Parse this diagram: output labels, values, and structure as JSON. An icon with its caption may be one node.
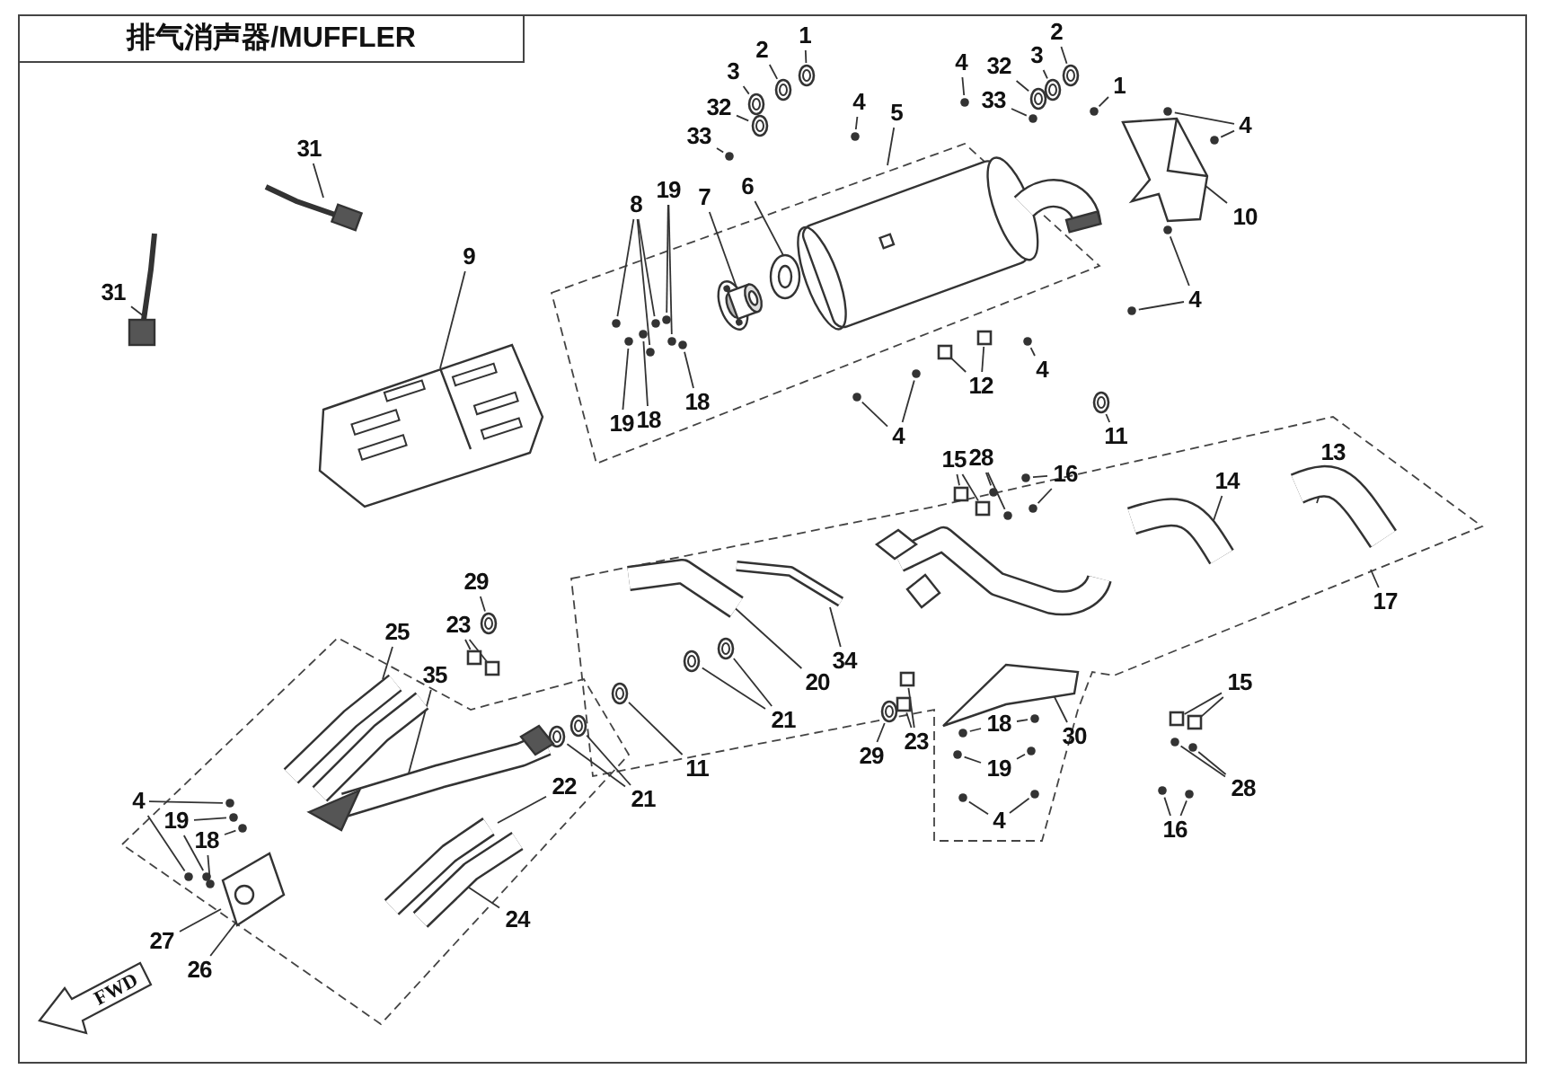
{
  "diagram": {
    "title": "排气消声器/MUFFLER",
    "nodes": [
      {
        "text": [
          "1"
        ]
      },
      {
        "text": [
          "2"
        ]
      },
      {
        "text": [
          "3"
        ]
      },
      {
        "text": [
          "32"
        ]
      },
      {
        "text": [
          "33"
        ]
      },
      {
        "text": [
          "4"
        ]
      },
      {
        "text": [
          "5"
        ]
      },
      {
        "text": [
          "4"
        ]
      },
      {
        "text": [
          "32"
        ]
      },
      {
        "text": [
          "3"
        ]
      },
      {
        "text": [
          "2"
        ]
      },
      {
        "text": [
          "33"
        ]
      },
      {
        "text": [
          "1"
        ]
      },
      {
        "text": [
          "4"
        ]
      },
      {
        "text": [
          "10"
        ]
      },
      {
        "text": [
          "4"
        ]
      },
      {
        "text": [
          "4"
        ]
      },
      {
        "text": [
          "12"
        ]
      },
      {
        "text": [
          "4"
        ]
      },
      {
        "text": [
          "11"
        ]
      },
      {
        "text": [
          "8"
        ]
      },
      {
        "text": [
          "19"
        ]
      },
      {
        "text": [
          "7"
        ]
      },
      {
        "text": [
          "6"
        ]
      },
      {
        "text": [
          "19"
        ]
      },
      {
        "text": [
          "18"
        ]
      },
      {
        "text": [
          "18"
        ]
      },
      {
        "text": [
          "9"
        ]
      },
      {
        "text": [
          "31"
        ]
      },
      {
        "text": [
          "31"
        ]
      },
      {
        "text": [
          "15"
        ]
      },
      {
        "text": [
          "28"
        ]
      },
      {
        "text": [
          "16"
        ]
      },
      {
        "text": [
          "14"
        ]
      },
      {
        "text": [
          "13"
        ]
      },
      {
        "text": [
          "17"
        ]
      },
      {
        "text": [
          "34"
        ]
      },
      {
        "text": [
          "20"
        ]
      },
      {
        "text": [
          "21"
        ]
      },
      {
        "text": [
          "29"
        ]
      },
      {
        "text": [
          "23"
        ]
      },
      {
        "text": [
          "18"
        ]
      },
      {
        "text": [
          "30"
        ]
      },
      {
        "text": [
          "19"
        ]
      },
      {
        "text": [
          "4"
        ]
      },
      {
        "text": [
          "15"
        ]
      },
      {
        "text": [
          "28"
        ]
      },
      {
        "text": [
          "16"
        ]
      },
      {
        "text": [
          "29"
        ]
      },
      {
        "text": [
          "23"
        ]
      },
      {
        "text": [
          "25"
        ]
      },
      {
        "text": [
          "35"
        ]
      },
      {
        "text": [
          "11"
        ]
      },
      {
        "text": [
          "21"
        ]
      },
      {
        "text": [
          "22"
        ]
      },
      {
        "text": [
          "24"
        ]
      },
      {
        "text": [
          "4"
        ]
      },
      {
        "text": [
          "19"
        ]
      },
      {
        "text": [
          "18"
        ]
      },
      {
        "text": [
          "27"
        ]
      },
      {
        "text": [
          "26"
        ]
      },
      {
        "text": [],
        "shape": "ring"
      },
      {
        "text": [],
        "shape": "ring"
      },
      {
        "text": [],
        "shape": "ring"
      },
      {
        "text": [],
        "shape": "ring"
      },
      {
        "text": [],
        "shape": "circle"
      },
      {
        "text": [],
        "shape": "circle"
      },
      {
        "text": [],
        "shape": "circle"
      },
      {
        "text": [],
        "shape": "ring"
      },
      {
        "text": [],
        "shape": "ring"
      },
      {
        "text": [],
        "shape": "ring"
      },
      {
        "text": [],
        "shape": "circle"
      },
      {
        "text": [],
        "shape": "circle"
      },
      {
        "text": [],
        "shape": "circle"
      },
      {
        "text": [],
        "shape": "circle"
      },
      {
        "text": [],
        "shape": "circle"
      },
      {
        "text": [],
        "shape": "circle"
      },
      {
        "text": [],
        "shape": "circle"
      },
      {
        "text": [],
        "shape": "box"
      },
      {
        "text": [],
        "shape": "box"
      },
      {
        "text": [],
        "shape": "circle"
      },
      {
        "text": [],
        "shape": "circle"
      },
      {
        "text": [],
        "shape": "ring"
      },
      {
        "text": [],
        "shape": "circle"
      },
      {
        "text": [],
        "shape": "circle"
      },
      {
        "text": [],
        "shape": "circle"
      },
      {
        "text": [],
        "shape": "circle"
      },
      {
        "text": [],
        "shape": "circle"
      },
      {
        "text": [],
        "shape": "circle"
      },
      {
        "text": [],
        "shape": "circle"
      },
      {
        "text": [],
        "shape": "circle"
      },
      {
        "text": [],
        "shape": "box"
      },
      {
        "text": [],
        "shape": "box"
      },
      {
        "text": [],
        "shape": "circle"
      },
      {
        "text": [],
        "shape": "circle"
      },
      {
        "text": [],
        "shape": "circle"
      },
      {
        "text": [],
        "shape": "circle"
      },
      {
        "text": [],
        "shape": "ring"
      },
      {
        "text": [],
        "shape": "ring"
      },
      {
        "text": [],
        "shape": "ring"
      },
      {
        "text": [],
        "shape": "box"
      },
      {
        "text": [],
        "shape": "box"
      },
      {
        "text": [],
        "shape": "circle"
      },
      {
        "text": [],
        "shape": "circle"
      },
      {
        "text": [],
        "shape": "circle"
      },
      {
        "text": [],
        "shape": "circle"
      },
      {
        "text": [],
        "shape": "circle"
      },
      {
        "text": [],
        "shape": "circle"
      },
      {
        "text": [],
        "shape": "box"
      },
      {
        "text": [],
        "shape": "box"
      },
      {
        "text": [],
        "shape": "circle"
      },
      {
        "text": [],
        "shape": "circle"
      },
      {
        "text": [],
        "shape": "circle"
      },
      {
        "text": [],
        "shape": "circle"
      },
      {
        "text": [],
        "shape": "ring"
      },
      {
        "text": [],
        "shape": "box"
      },
      {
        "text": [],
        "shape": "box"
      },
      {
        "text": [],
        "shape": "ring"
      },
      {
        "text": [],
        "shape": "ring"
      },
      {
        "text": [],
        "shape": "ring"
      },
      {
        "text": [],
        "shape": "circle"
      },
      {
        "text": [],
        "shape": "circle"
      },
      {
        "text": [],
        "shape": "circle"
      },
      {
        "text": [],
        "shape": "circle"
      },
      {
        "text": [],
        "shape": "circle"
      },
      {
        "text": [],
        "shape": "circle"
      },
      {
        "text": [],
        "shape": "picture"
      },
      {
        "text": [],
        "shape": "picture"
      },
      {
        "text": [],
        "shape": "picture"
      },
      {
        "text": [],
        "shape": "picture"
      },
      {
        "text": [],
        "shape": "picture"
      },
      {
        "text": [],
        "shape": "picture"
      },
      {
        "text": [],
        "shape": "picture"
      },
      {
        "text": [],
        "shape": "picture"
      },
      {
        "text": [],
        "shape": "picture"
      },
      {
        "text": [],
        "shape": "picture"
      },
      {
        "text": [],
        "shape": "picture"
      },
      {
        "text": [],
        "shape": "picture"
      },
      {
        "text": [],
        "shape": "picture"
      },
      {
        "text": [],
        "shape": "picture"
      },
      {
        "text": [],
        "shape": "picture"
      },
      {
        "text": [],
        "shape": "picture"
      }
    ],
    "edges": [
      {
        "from": 0,
        "to": 61,
        "arrow": "none"
      },
      {
        "from": 1,
        "to": 62,
        "arrow": "none"
      },
      {
        "from": 2,
        "to": 63,
        "arrow": "none"
      },
      {
        "from": 3,
        "to": 64,
        "arrow": "none"
      },
      {
        "from": 4,
        "to": 65,
        "arrow": "none"
      },
      {
        "from": 5,
        "to": 66,
        "arrow": "none"
      },
      {
        "from": 6,
        "to": 126,
        "arrow": "none"
      },
      {
        "from": 7,
        "to": 67,
        "arrow": "none"
      },
      {
        "from": 8,
        "to": 68,
        "arrow": "none"
      },
      {
        "from": 9,
        "to": 69,
        "arrow": "none"
      },
      {
        "from": 10,
        "to": 70,
        "arrow": "none"
      },
      {
        "from": 11,
        "to": 71,
        "arrow": "none"
      },
      {
        "from": 12,
        "to": 72,
        "arrow": "none"
      },
      {
        "from": 13,
        "to": 73,
        "arrow": "none"
      },
      {
        "from": 13,
        "to": 74,
        "arrow": "none"
      },
      {
        "from": 14,
        "to": 127,
        "arrow": "none"
      },
      {
        "from": 15,
        "to": 75,
        "arrow": "none"
      },
      {
        "from": 15,
        "to": 76,
        "arrow": "none"
      },
      {
        "from": 16,
        "to": 77,
        "arrow": "none"
      },
      {
        "from": 17,
        "to": 78,
        "arrow": "none"
      },
      {
        "from": 17,
        "to": 79,
        "arrow": "none"
      },
      {
        "from": 18,
        "to": 80,
        "arrow": "none"
      },
      {
        "from": 18,
        "to": 81,
        "arrow": "none"
      },
      {
        "from": 19,
        "to": 82,
        "arrow": "none"
      },
      {
        "from": 20,
        "to": 83,
        "arrow": "none"
      },
      {
        "from": 20,
        "to": 84,
        "arrow": "none"
      },
      {
        "from": 20,
        "to": 85,
        "arrow": "none"
      },
      {
        "from": 21,
        "to": 86,
        "arrow": "none"
      },
      {
        "from": 21,
        "to": 87,
        "arrow": "none"
      },
      {
        "from": 22,
        "to": 128,
        "arrow": "none"
      },
      {
        "from": 23,
        "to": 129,
        "arrow": "none"
      },
      {
        "from": 24,
        "to": 88,
        "arrow": "none"
      },
      {
        "from": 25,
        "to": 89,
        "arrow": "none"
      },
      {
        "from": 26,
        "to": 90,
        "arrow": "none"
      },
      {
        "from": 27,
        "to": 130,
        "arrow": "none"
      },
      {
        "from": 28,
        "to": 131,
        "arrow": "none"
      },
      {
        "from": 29,
        "to": 132,
        "arrow": "none"
      },
      {
        "from": 30,
        "to": 91,
        "arrow": "none"
      },
      {
        "from": 30,
        "to": 92,
        "arrow": "none"
      },
      {
        "from": 31,
        "to": 93,
        "arrow": "none"
      },
      {
        "from": 31,
        "to": 94,
        "arrow": "none"
      },
      {
        "from": 32,
        "to": 95,
        "arrow": "none"
      },
      {
        "from": 32,
        "to": 96,
        "arrow": "none"
      },
      {
        "from": 33,
        "to": 133,
        "arrow": "none"
      },
      {
        "from": 34,
        "to": 134,
        "arrow": "none"
      },
      {
        "from": 35,
        "to": null,
        "arrow": "none"
      },
      {
        "from": 36,
        "to": 135,
        "arrow": "none"
      },
      {
        "from": 37,
        "to": 136,
        "arrow": "none"
      },
      {
        "from": 38,
        "to": 97,
        "arrow": "none"
      },
      {
        "from": 38,
        "to": 98,
        "arrow": "none"
      },
      {
        "from": 39,
        "to": 99,
        "arrow": "none"
      },
      {
        "from": 40,
        "to": 100,
        "arrow": "none"
      },
      {
        "from": 40,
        "to": 101,
        "arrow": "none"
      },
      {
        "from": 41,
        "to": 102,
        "arrow": "none"
      },
      {
        "from": 41,
        "to": 103,
        "arrow": "none"
      },
      {
        "from": 42,
        "to": 137,
        "arrow": "none"
      },
      {
        "from": 43,
        "to": 104,
        "arrow": "none"
      },
      {
        "from": 43,
        "to": 105,
        "arrow": "none"
      },
      {
        "from": 44,
        "to": 106,
        "arrow": "none"
      },
      {
        "from": 44,
        "to": 107,
        "arrow": "none"
      },
      {
        "from": 45,
        "to": 108,
        "arrow": "none"
      },
      {
        "from": 45,
        "to": 109,
        "arrow": "none"
      },
      {
        "from": 46,
        "to": 110,
        "arrow": "none"
      },
      {
        "from": 46,
        "to": 111,
        "arrow": "none"
      },
      {
        "from": 47,
        "to": 112,
        "arrow": "none"
      },
      {
        "from": 47,
        "to": 113,
        "arrow": "none"
      },
      {
        "from": 48,
        "to": 114,
        "arrow": "none"
      },
      {
        "from": 49,
        "to": 115,
        "arrow": "none"
      },
      {
        "from": 49,
        "to": 116,
        "arrow": "none"
      },
      {
        "from": 50,
        "to": 138,
        "arrow": "none"
      },
      {
        "from": 51,
        "to": 139,
        "arrow": "none"
      },
      {
        "from": 52,
        "to": 117,
        "arrow": "none"
      },
      {
        "from": 53,
        "to": 118,
        "arrow": "none"
      },
      {
        "from": 53,
        "to": 119,
        "arrow": "none"
      },
      {
        "from": 54,
        "to": 140,
        "arrow": "none"
      },
      {
        "from": 55,
        "to": 140,
        "arrow": "none"
      },
      {
        "from": 56,
        "to": 120,
        "arrow": "none"
      },
      {
        "from": 56,
        "to": 121,
        "arrow": "none"
      },
      {
        "from": 57,
        "to": 122,
        "arrow": "none"
      },
      {
        "from": 57,
        "to": 123,
        "arrow": "none"
      },
      {
        "from": 58,
        "to": 124,
        "arrow": "none"
      },
      {
        "from": 58,
        "to": 125,
        "arrow": "none"
      },
      {
        "from": 59,
        "to": 141,
        "arrow": "none"
      },
      {
        "from": 60,
        "to": 141,
        "arrow": "none"
      }
    ],
    "labels": [
      "FWD"
    ]
  }
}
